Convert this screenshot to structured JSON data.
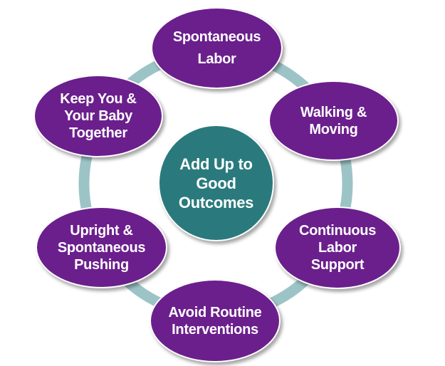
{
  "diagram": {
    "center": {
      "label": "Add Up to\nGood\nOutcomes",
      "color": "#2a7a7d"
    },
    "nodes": [
      {
        "label": "Spontaneous\nLabor"
      },
      {
        "label": "Walking &\nMoving"
      },
      {
        "label": "Continuous\nLabor\nSupport"
      },
      {
        "label": "Avoid Routine\nInterventions"
      },
      {
        "label": "Upright &\nSpontaneous\nPushing"
      },
      {
        "label": "Keep You &\nYour Baby\nTogether"
      }
    ],
    "node_color": "#6b1f8c",
    "ring_color": "#9cc4c6"
  }
}
